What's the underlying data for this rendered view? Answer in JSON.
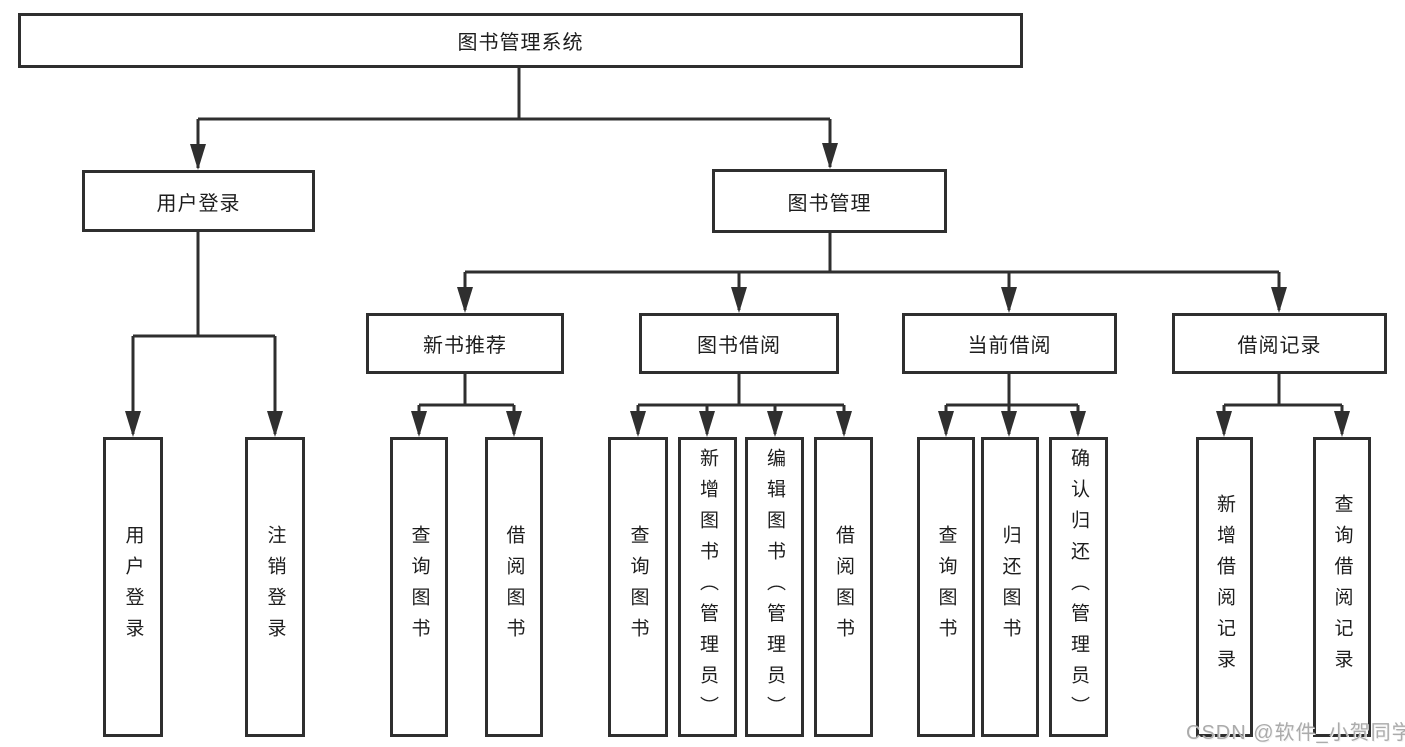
{
  "diagram": {
    "root": {
      "label": "图书管理系统"
    },
    "level2": [
      {
        "label": "用户登录"
      },
      {
        "label": "图书管理"
      }
    ],
    "level3": [
      {
        "label": "新书推荐"
      },
      {
        "label": "图书借阅"
      },
      {
        "label": "当前借阅"
      },
      {
        "label": "借阅记录"
      }
    ],
    "leaves": {
      "user_login": [
        {
          "label": "用户登录"
        },
        {
          "label": "注销登录"
        }
      ],
      "new_book_recommend": [
        {
          "label": "查询图书"
        },
        {
          "label": "借阅图书"
        }
      ],
      "book_borrow": [
        {
          "label": "查询图书"
        },
        {
          "label": "新增图书（管理员）"
        },
        {
          "label": "编辑图书（管理员）"
        },
        {
          "label": "借阅图书"
        }
      ],
      "current_borrow": [
        {
          "label": "查询图书"
        },
        {
          "label": "归还图书"
        },
        {
          "label": "确认归还（管理员）"
        }
      ],
      "borrow_records": [
        {
          "label": "新增借阅记录"
        },
        {
          "label": "查询借阅记录"
        }
      ]
    }
  },
  "watermark": {
    "text": "CSDN @软件_小贺同学"
  },
  "colors": {
    "line": "#2f2f2f",
    "box_border": "#2f2f2f",
    "text": "#1d1d1d",
    "watermark": "#ababab",
    "background": "#ffffff"
  }
}
